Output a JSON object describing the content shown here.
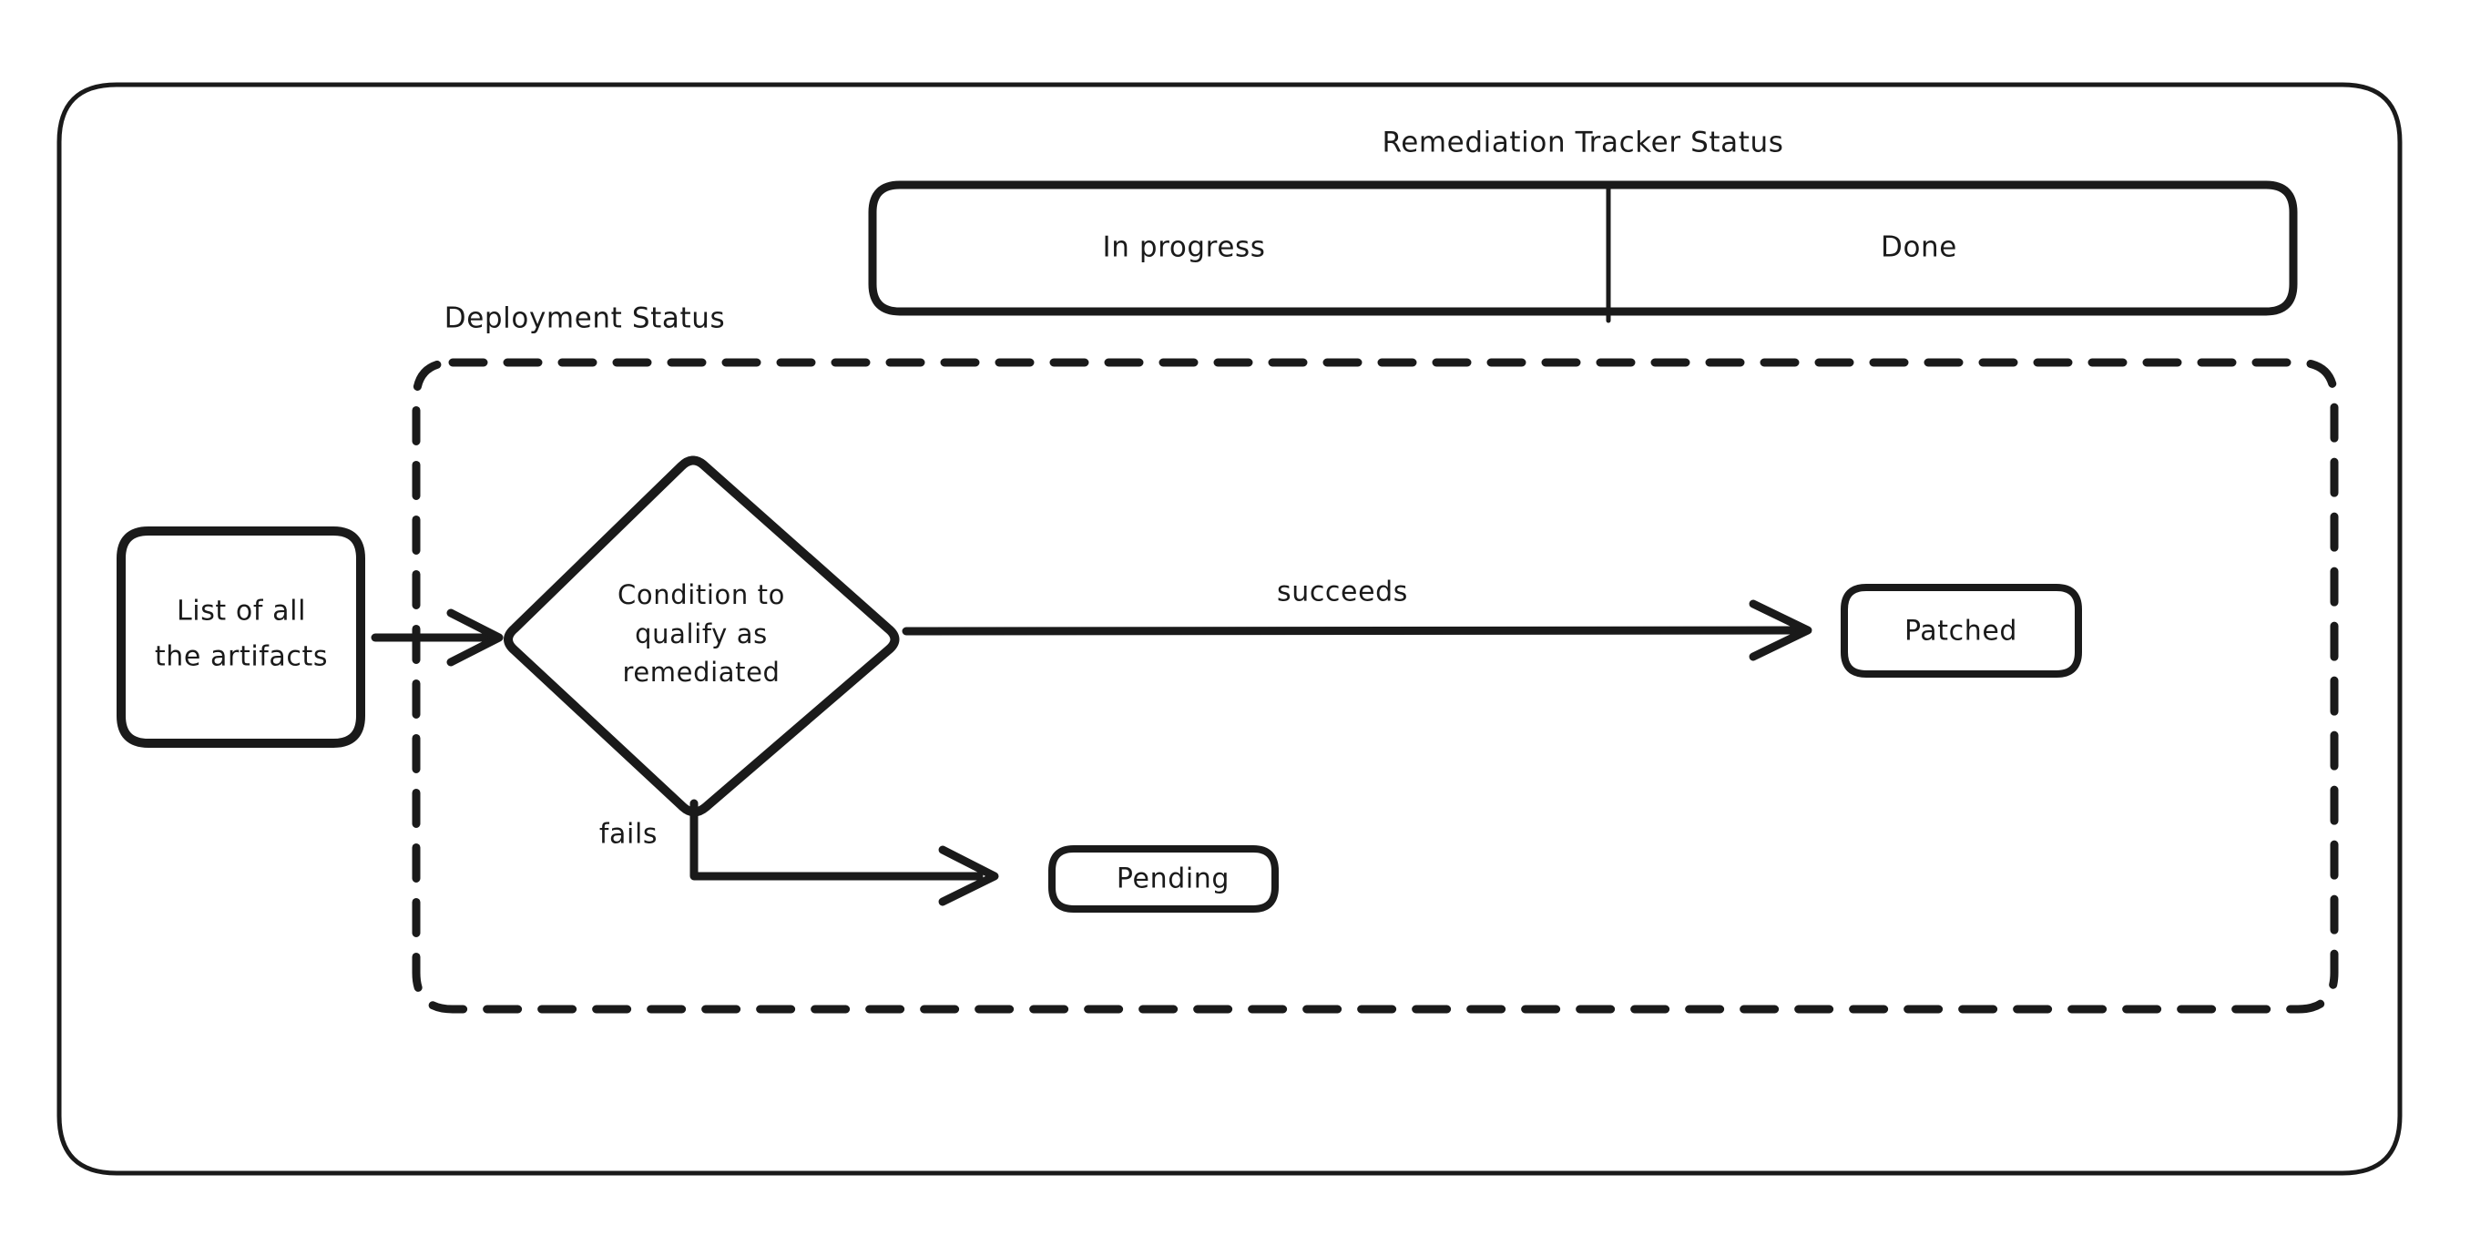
{
  "diagram": {
    "title": "Remediation Tracker Status",
    "swimlane": {
      "name": "Remediation Tracker Status",
      "lanes": [
        {
          "id": "in-progress",
          "label": "In progress"
        },
        {
          "id": "done",
          "label": "Done"
        }
      ]
    },
    "groups": [
      {
        "id": "deployment-status",
        "label": "Deployment Status",
        "style": "dashed"
      }
    ],
    "nodes": [
      {
        "id": "artifacts",
        "label_line1": "List of all",
        "label_line2": "the artifacts",
        "shape": "rounded-rect"
      },
      {
        "id": "condition",
        "label_line1": "Condition to",
        "label_line2": "qualify as",
        "label_line3": "remediated",
        "shape": "diamond"
      },
      {
        "id": "patched",
        "label": "Patched",
        "shape": "rounded-rect"
      },
      {
        "id": "pending",
        "label": "Pending",
        "shape": "rounded-rect"
      }
    ],
    "edges": [
      {
        "id": "artifacts-to-condition",
        "from": "artifacts",
        "to": "condition",
        "label": ""
      },
      {
        "id": "condition-to-patched",
        "from": "condition",
        "to": "patched",
        "label": "succeeds"
      },
      {
        "id": "condition-to-pending",
        "from": "condition",
        "to": "pending",
        "label": "fails"
      }
    ],
    "colors": {
      "stroke": "#1a1a1a",
      "background": "#ffffff"
    }
  }
}
